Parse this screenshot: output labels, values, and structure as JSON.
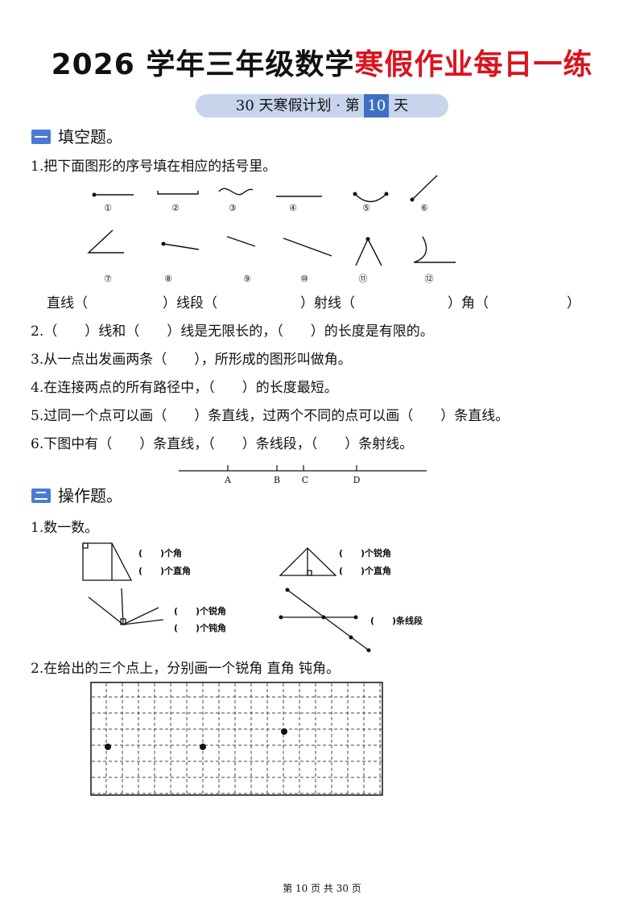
{
  "header": {
    "title_black": "2026 学年三年级数学",
    "title_red": "寒假作业每日一练",
    "banner_pre": "30 天寒假计划 · 第 ",
    "banner_num": "10",
    "banner_post": " 天"
  },
  "section1": {
    "title": "填空题。",
    "q1": "1.把下面图形的序号填在相应的括号里。",
    "figure_labels": [
      "①",
      "②",
      "③",
      "④",
      "⑤",
      "⑥",
      "⑦",
      "⑧",
      "⑨",
      "⑩",
      "⑪",
      "⑫"
    ],
    "answers": {
      "line": "直线（",
      "segment": "）线段（",
      "ray": "）射线（",
      "angle": "）角（",
      "end": "）"
    },
    "q2": "2.（　　）线和（　　）线是无限长的，（　　）的长度是有限的。",
    "q3": "3.从一点出发画两条（　　），所形成的图形叫做角。",
    "q4": "4.在连接两点的所有路径中，（　　）的长度最短。",
    "q5": "5.过同一个点可以画（　　）条直线，过两个不同的点可以画（　　）条直线。",
    "q6": "6.下图中有（　　）条直线，（　　）条线段，（　　）条射线。",
    "point_labels": [
      "A",
      "B",
      "C",
      "D"
    ]
  },
  "section2": {
    "title": "操作题。",
    "q1": "1.数一数。",
    "count_labels": {
      "a1": "(　　)个角",
      "a2": "(　　)个直角",
      "b1": "(　　)个锐角",
      "b2": "(　　)个直角",
      "c1": "(　　)个锐角",
      "c2": "(　　)个钝角",
      "d1": "(　　)条线段"
    },
    "q2": "2.在给出的三个点上，分别画一个锐角  直角  钝角。"
  },
  "footer": {
    "text": "第 10 页 共 30 页"
  }
}
